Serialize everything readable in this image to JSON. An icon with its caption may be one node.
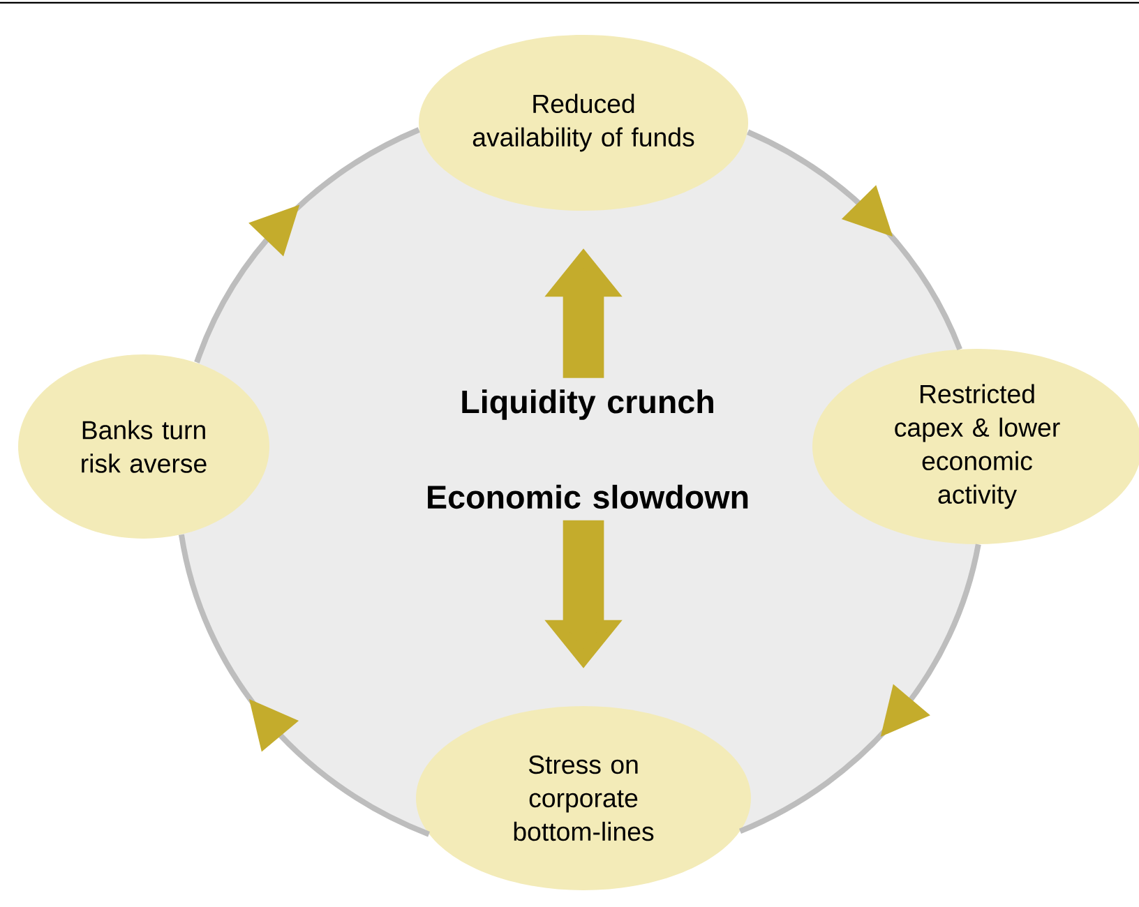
{
  "diagram": {
    "nodes": [
      {
        "text": [
          "Reduced availability of funds"
        ]
      },
      {
        "text": [
          "Restricted capex & lower economic activity"
        ]
      },
      {
        "text": [
          "Stress on corporate bottom-lines"
        ]
      },
      {
        "text": [
          "Banks turn risk averse"
        ]
      },
      {
        "text": [
          "Liquidity crunch"
        ]
      },
      {
        "text": [
          "Economic slowdown"
        ]
      }
    ],
    "edges": [
      {
        "from": 0,
        "to": 1,
        "arrow": "to"
      },
      {
        "from": 1,
        "to": 2,
        "arrow": "to"
      },
      {
        "from": 2,
        "to": 3,
        "arrow": "to"
      },
      {
        "from": 3,
        "to": 0,
        "arrow": "to"
      },
      {
        "from": 4,
        "to": 0,
        "arrow": "to",
        "style": "thick",
        "color": "#c4ac2c"
      },
      {
        "from": 5,
        "to": 2,
        "arrow": "to",
        "style": "thick",
        "color": "#c4ac2c"
      }
    ]
  }
}
